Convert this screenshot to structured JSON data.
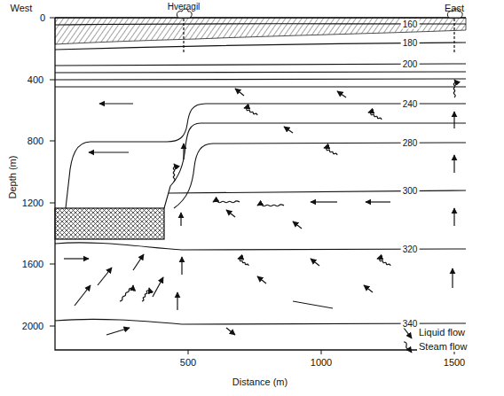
{
  "diagram": {
    "labels": [
      "West",
      "Hveragil",
      "East",
      "160",
      "180",
      "200",
      "240",
      "280",
      "300",
      "320",
      "340",
      "0",
      "400",
      "800",
      "1200",
      "1600",
      "2000",
      "Depth (m)",
      "500",
      "1000",
      "1500",
      "Distance (m)"
    ],
    "legend": [
      {
        "text": "Liquid flow"
      },
      {
        "text": "Steam flow"
      }
    ]
  }
}
